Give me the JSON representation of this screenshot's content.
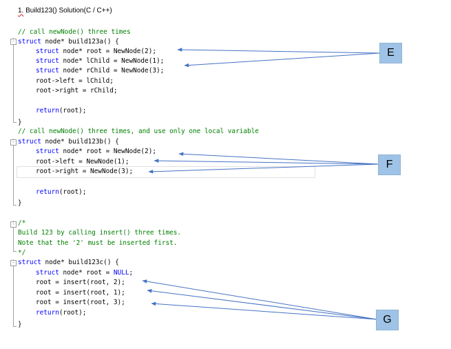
{
  "heading": {
    "number": "1.",
    "title": " Build123() Solution(C / C++)"
  },
  "labels": {
    "e": "E",
    "f": "F",
    "g": "G"
  },
  "block_a": {
    "comment": "// call newNode() three times",
    "signature_kw": "struct",
    "signature_rest": " node* build123a() {",
    "lines": [
      {
        "kw": "struct",
        "rest": " node* root = NewNode(2);"
      },
      {
        "kw": "struct",
        "rest": " node* lChild = NewNode(1);"
      },
      {
        "kw": "struct",
        "rest": " node* rChild = NewNode(3);"
      },
      {
        "kw": "",
        "rest": "root->left = lChild;"
      },
      {
        "kw": "",
        "rest": "root->right = rChild;"
      }
    ],
    "return_kw": "return",
    "return_rest": "(root);",
    "close": "}"
  },
  "block_b": {
    "comment": "// call newNode() three times, and use only one local variable",
    "signature_kw": "struct",
    "signature_rest": " node* build123b() {",
    "lines": [
      {
        "kw": "struct",
        "rest": " node* root = NewNode(2);"
      },
      {
        "kw": "",
        "rest": "root->left = NewNode(1);"
      },
      {
        "kw": "",
        "rest": "root->right = NewNode(3);"
      }
    ],
    "return_kw": "return",
    "return_rest": "(root);",
    "close": "}"
  },
  "block_c": {
    "comment_lines": [
      "/*",
      "Build 123 by calling insert() three times.",
      "Note that the '2' must be inserted first.",
      "*/"
    ],
    "signature_kw": "struct",
    "signature_rest": " node* build123c() {",
    "first_kw": "struct",
    "first_rest": " node* root = ",
    "first_null": "NULL",
    "first_end": ";",
    "lines": [
      "root = insert(root, 2);",
      "root = insert(root, 1);",
      "root = insert(root, 3);"
    ],
    "return_kw": "return",
    "return_rest": "(root);",
    "close": "}"
  },
  "fold_glyph": "-",
  "colors": {
    "keyword": "#0000ff",
    "comment": "#008000",
    "label_fill": "#9fc3e6",
    "arrow": "#4472c4"
  }
}
